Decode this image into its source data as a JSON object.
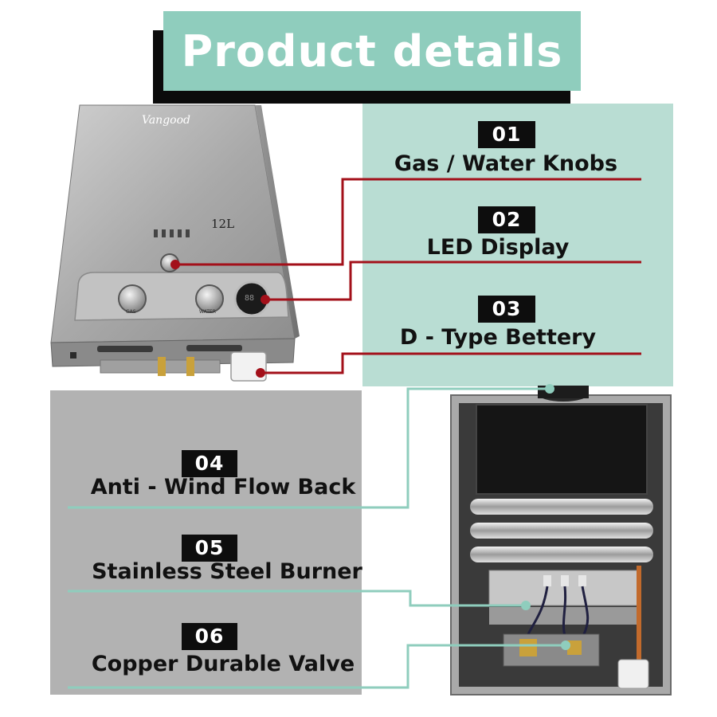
{
  "title": "Product details",
  "brand": "Vangood",
  "capacity": "12L",
  "display_value": "88",
  "knob_labels": {
    "gas": "GAS",
    "water": "WATER"
  },
  "features_top": [
    {
      "number": "01",
      "label": "Gas / Water Knobs"
    },
    {
      "number": "02",
      "label": "LED Display"
    },
    {
      "number": "03",
      "label": "D - Type Bettery"
    }
  ],
  "features_bottom": [
    {
      "number": "04",
      "label": "Anti - Wind Flow Back"
    },
    {
      "number": "05",
      "label": "Stainless Steel Burner"
    },
    {
      "number": "06",
      "label": "Copper Durable Valve"
    }
  ],
  "colors": {
    "banner": "#8fcdbd",
    "panel_top": "#b9ddd3",
    "panel_bottom": "#b2b2b2",
    "callout_red": "#a3101a",
    "callout_teal": "#8fcdbd"
  }
}
